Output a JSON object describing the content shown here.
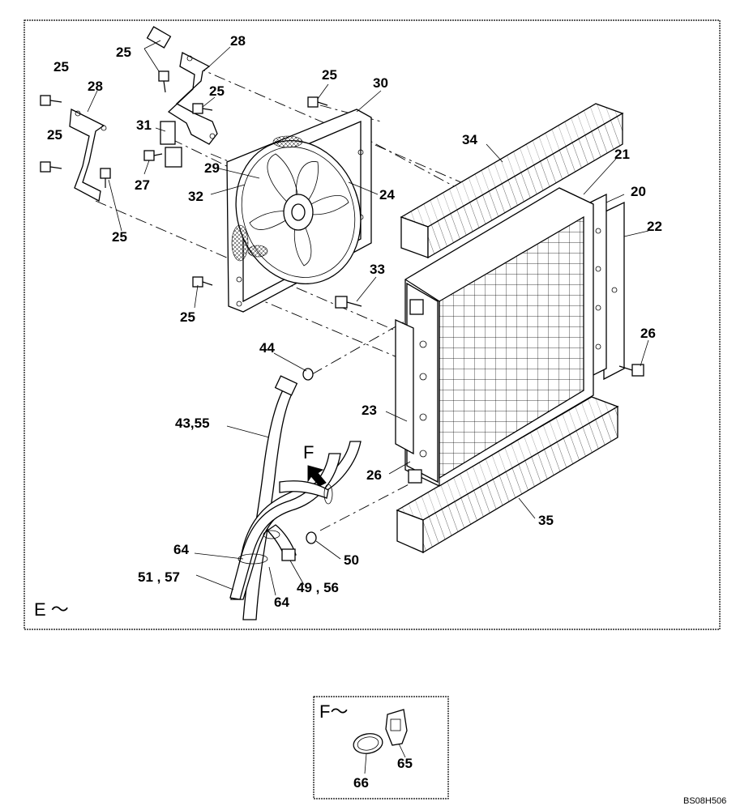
{
  "main_panel": {
    "corner_label": "E ～",
    "labels": [
      "25",
      "28",
      "25",
      "28",
      "25",
      "25",
      "30",
      "31",
      "25",
      "27",
      "29",
      "32",
      "24",
      "34",
      "21",
      "20",
      "22",
      "25",
      "25",
      "33",
      "26",
      "44",
      "43,55",
      "23",
      "F",
      "26",
      "35",
      "64",
      "51 , 57",
      "50",
      "49 , 56",
      "64"
    ]
  },
  "detail_panel": {
    "corner_label": "F～",
    "labels": [
      "65",
      "66"
    ]
  },
  "drawing_code": "BS08H506",
  "icons": [
    "arrow-f-icon"
  ]
}
